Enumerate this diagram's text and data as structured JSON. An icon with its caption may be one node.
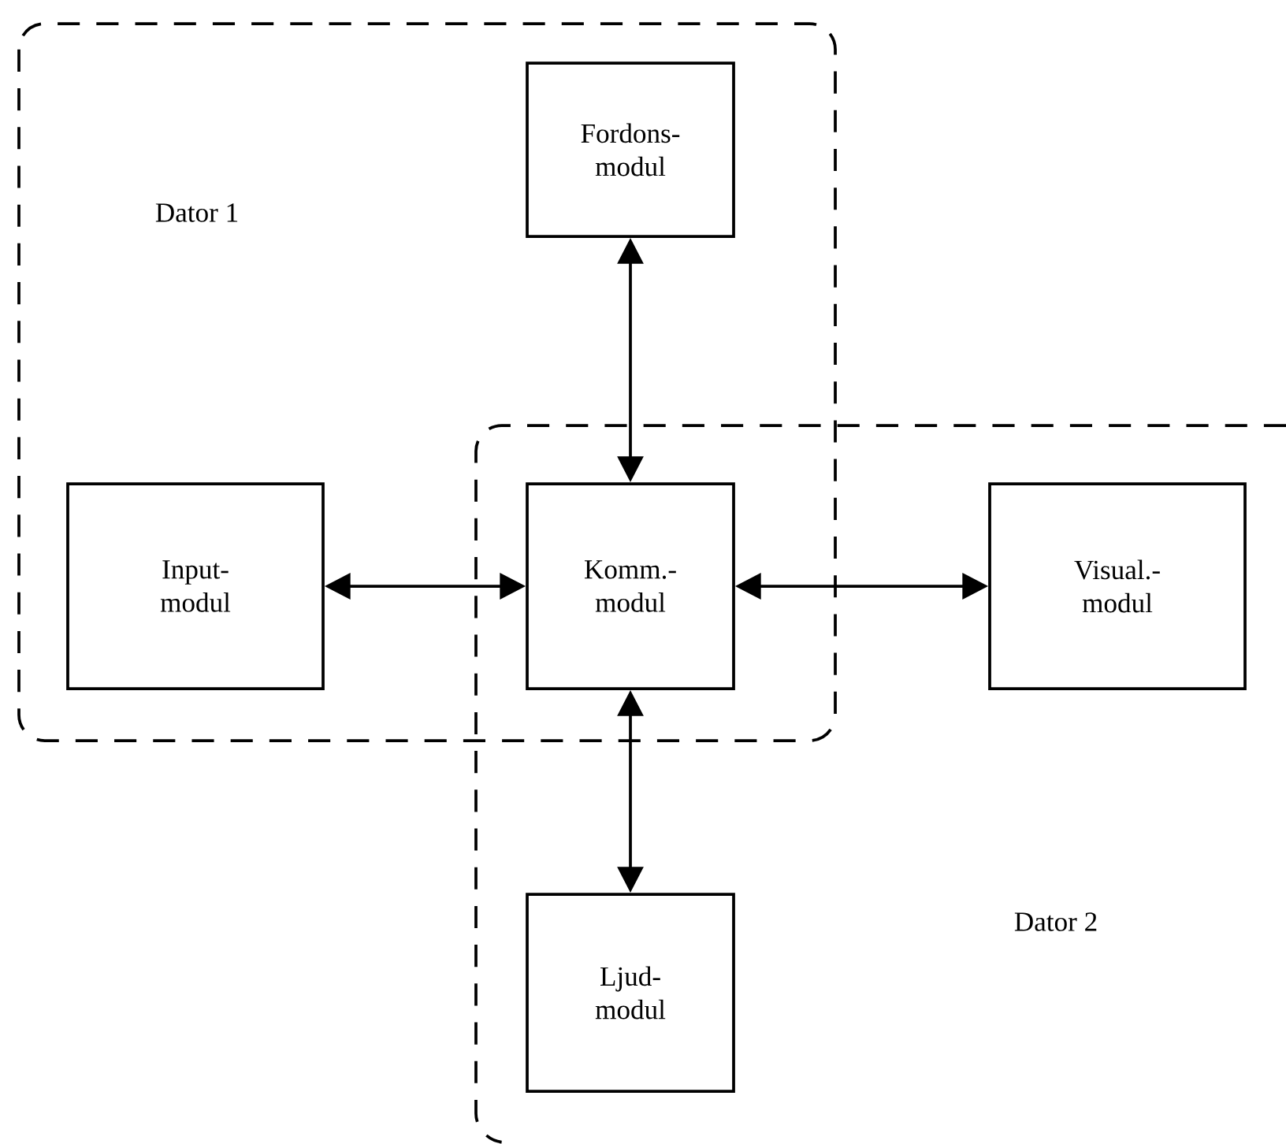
{
  "diagram": {
    "nodes": [
      {
        "text": [
          "Dator 1"
        ]
      },
      {
        "text": [
          "Dator 2"
        ]
      },
      {
        "text": [
          "Fordons- modul"
        ],
        "in": 0
      },
      {
        "text": [
          "Input- modul"
        ],
        "in": 0
      },
      {
        "text": [
          "Komm.- modul"
        ]
      },
      {
        "text": [
          "Visual.- modul"
        ],
        "in": 1
      },
      {
        "text": [
          "Ljud- modul"
        ],
        "in": 1
      }
    ],
    "edges": [
      {
        "from": 2,
        "to": 4,
        "arrow": "both"
      },
      {
        "from": 3,
        "to": 4,
        "arrow": "both"
      },
      {
        "from": 4,
        "to": 5,
        "arrow": "both"
      },
      {
        "from": 4,
        "to": 6,
        "arrow": "both"
      }
    ]
  }
}
